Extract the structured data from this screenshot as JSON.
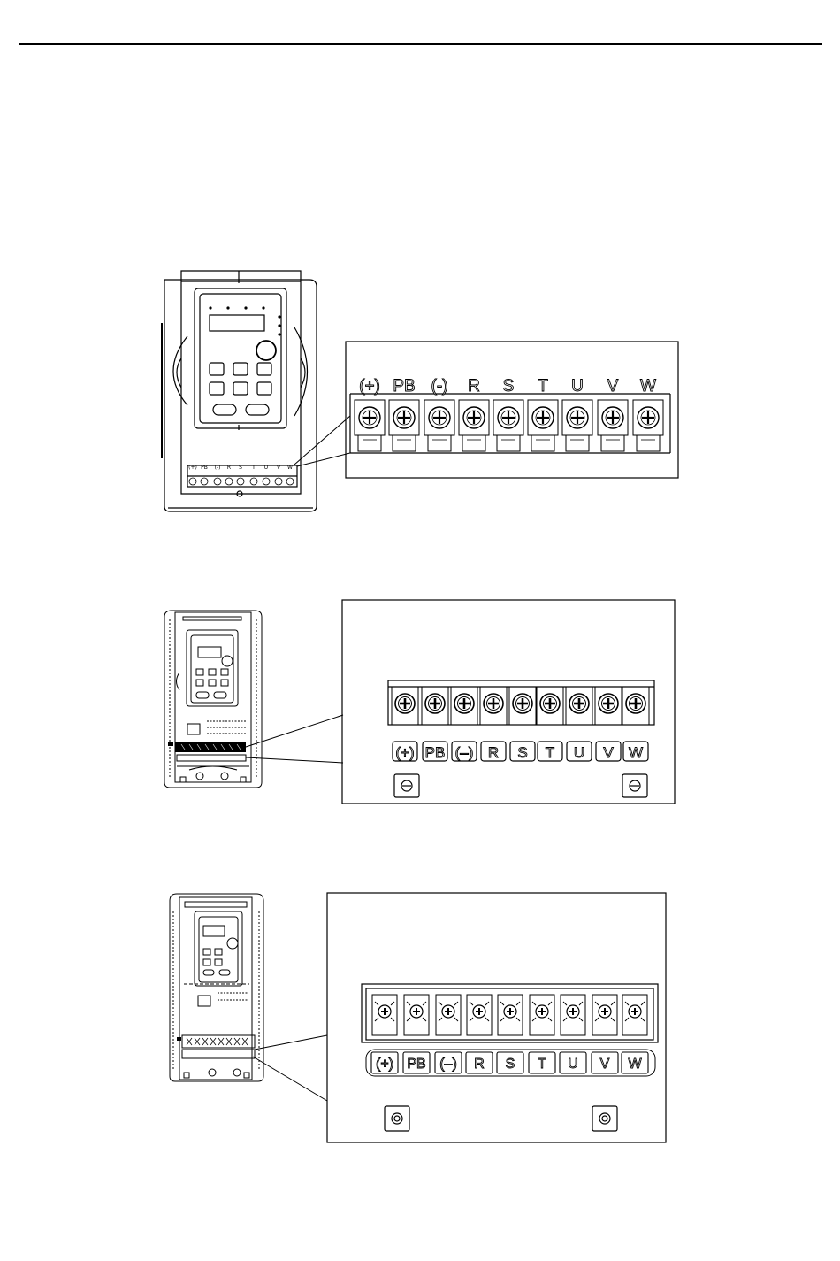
{
  "terminals": {
    "section1": [
      "(+)",
      "PB",
      "(-)",
      "R",
      "S",
      "T",
      "U",
      "V",
      "W"
    ],
    "section2": [
      "(+)",
      "PB",
      "(–)",
      "R",
      "S",
      "T",
      "U",
      "V",
      "W"
    ],
    "section3": [
      "(+)",
      "PB",
      "(–)",
      "R",
      "S",
      "T",
      "U",
      "V",
      "W"
    ]
  },
  "colors": {
    "line": "#000000",
    "background": "#ffffff"
  },
  "icons": {
    "ground": "ground-screw-icon",
    "screw": "terminal-screw-icon"
  }
}
